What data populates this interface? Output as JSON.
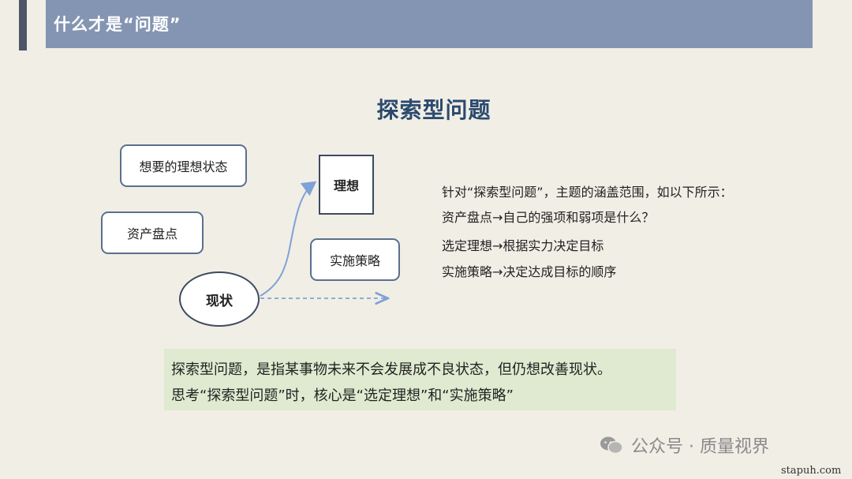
{
  "header": {
    "title": "什么才是“问题”"
  },
  "slide": {
    "title": "探索型问题"
  },
  "diagram": {
    "ideal_state": "想要的理想状态",
    "asset_inventory": "资产盘点",
    "current_state": "现状",
    "ideal": "理想",
    "strategy": "实施策略"
  },
  "description": {
    "lines": [
      "针对“探索型问题”，主题的涵盖范围，如以下所示：",
      "资产盘点→自己的强项和弱项是什么？",
      "选定理想→根据实力决定目标",
      "实施策略→决定达成目标的顺序"
    ]
  },
  "summary": {
    "line1": "探索型问题，是指某事物未来不会发展成不良状态，但仍想改善现状。",
    "line2": "思考“探索型问题”时，核心是“选定理想”和“实施策略”"
  },
  "footer": {
    "watermark": "公众号 · 质量视界",
    "site": "stapuh.com"
  },
  "colors": {
    "header_bg": "#8495b3",
    "title": "#2b4a6e",
    "arrow": "#7ea2d6",
    "summary_bg": "#dfead0"
  }
}
